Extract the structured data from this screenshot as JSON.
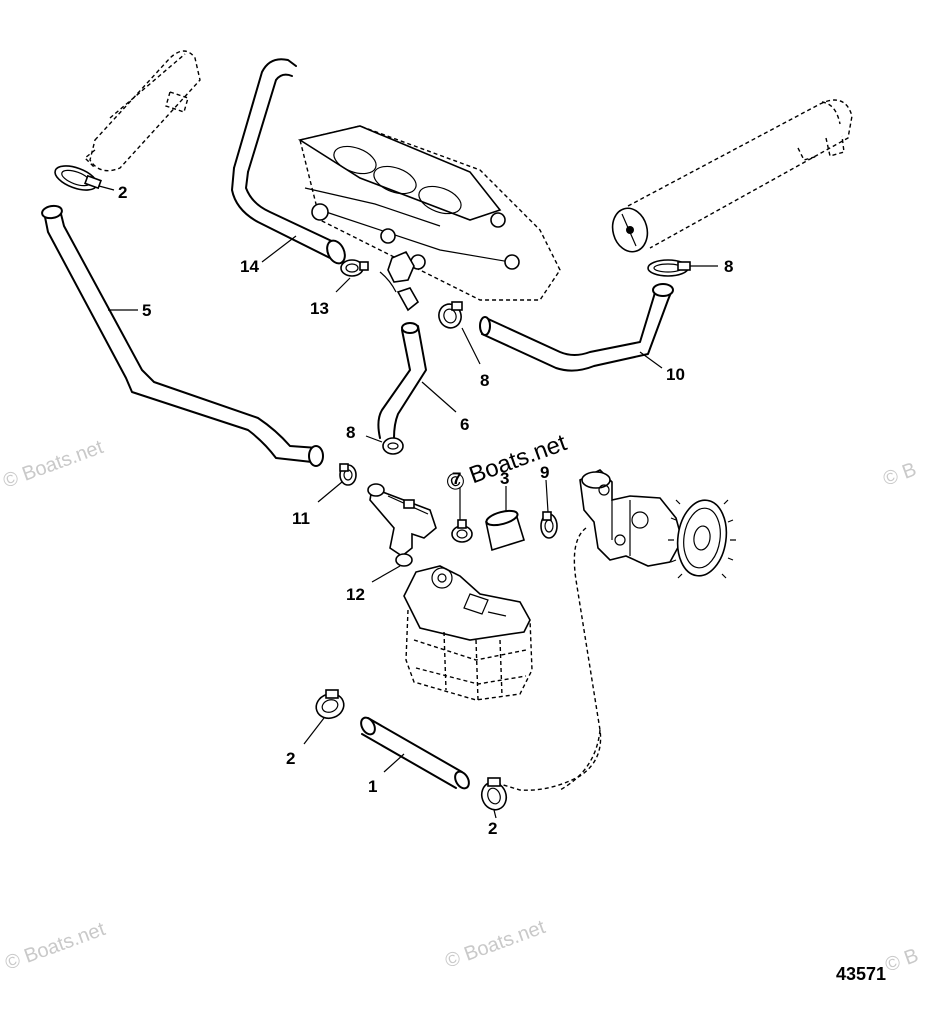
{
  "callouts": {
    "c1": "1",
    "c2a": "2",
    "c2b": "2",
    "c2c": "2",
    "c3": "3",
    "c5": "5",
    "c6": "6",
    "c7": "7",
    "c8a": "8",
    "c8b": "8",
    "c8c": "8",
    "c9": "9",
    "c10": "10",
    "c11": "11",
    "c12": "12",
    "c13": "13",
    "c14": "14"
  },
  "drawing_number": "43571",
  "watermark": {
    "text": "© Boats.net",
    "center_text": "© Boats.net",
    "edge_text": "© B"
  },
  "colors": {
    "line": "#000000",
    "watermark": "#c9c9c9",
    "background": "#ffffff"
  }
}
